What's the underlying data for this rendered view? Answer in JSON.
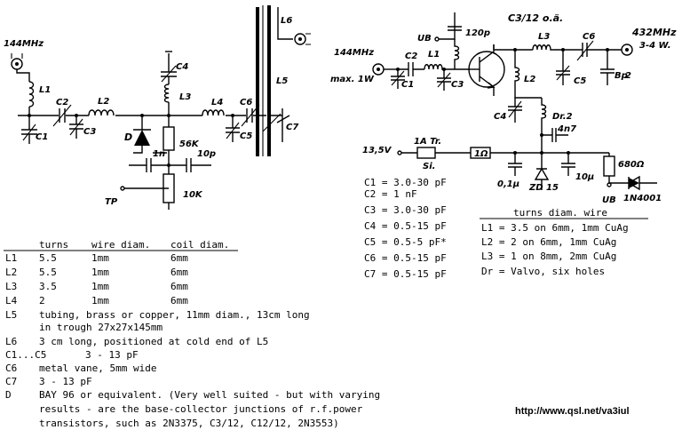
{
  "left_circuit": {
    "labels": {
      "in_freq": "144MHz",
      "L1": "L1",
      "L2": "L2",
      "L3": "L3",
      "L4": "L4",
      "L5": "L5",
      "L6": "L6",
      "C1": "C1",
      "C2": "C2",
      "C3": "C3",
      "C4": "C4",
      "C5": "C5",
      "C6": "C6",
      "C7": "C7",
      "D": "D",
      "R1": "56K",
      "R2": "10K",
      "cap1": "1n",
      "cap2": "10p",
      "tp": "TP"
    }
  },
  "right_circuit": {
    "labels": {
      "title": "C3/12  o.ä.",
      "in_freq": "144MHz",
      "in_power": "max. 1W",
      "out_freq": "432MHz",
      "out_power": "3-4 W.",
      "ub_top": "UB",
      "c120": "120p",
      "C1": "C1",
      "C2": "C2",
      "C3": "C3",
      "C4": "C4",
      "C5": "C5",
      "C6": "C6",
      "L1": "L1",
      "L2": "L2",
      "L3": "L3",
      "Dr2": "Dr.2",
      "c4n7": "4n7",
      "v135": "13,5V",
      "fuse": "1A Tr.",
      "si": "Si.",
      "r1ohm": "1Ω",
      "r680": "680Ω",
      "c01": "0,1µ",
      "zd": "ZD 15",
      "c10": "10µ",
      "ub_bottom": "UB",
      "diode": "1N4001",
      "bp": "Bp",
      "two": "2"
    },
    "capacitor_values": [
      "C1 = 3.0-30 pF",
      "C2 = 1 nF",
      "C3 = 3.0-30 pF",
      "C4 = 0.5-15 pF",
      "C5 = 0.5-5 pF*",
      "C6 = 0.5-15 pF",
      "C7 = 0.5-15 pF"
    ],
    "coil_header": "turns diam. wire",
    "coils": [
      "L1 = 3.5  on 6mm, 1mm CuAg",
      "L2 = 2    on 6mm, 1mm CuAg",
      "L3 = 1    on 8mm, 2mm CuAg",
      "Dr = Valvo, six holes"
    ]
  },
  "coil_table": {
    "headers": [
      "turns",
      "wire diam.",
      "coil diam."
    ],
    "rows": [
      {
        "name": "L1",
        "turns": "5.5",
        "wire": "1mm",
        "coil": "6mm"
      },
      {
        "name": "L2",
        "turns": "5.5",
        "wire": "1mm",
        "coil": "6mm"
      },
      {
        "name": "L3",
        "turns": "3.5",
        "wire": "1mm",
        "coil": "6mm"
      },
      {
        "name": "L4",
        "turns": "2",
        "wire": "1mm",
        "coil": "6mm"
      }
    ]
  },
  "parts_notes": [
    {
      "name": "L5",
      "text": "tubing, brass or copper, 11mm diam., 13cm long"
    },
    {
      "name": "",
      "text": "in trough 27x27x145mm"
    },
    {
      "name": "L6",
      "text": "3 cm long, positioned at cold end of L5"
    },
    {
      "name": "C1...C5",
      "text": "3 - 13 pF"
    },
    {
      "name": "C6",
      "text": "metal vane, 5mm wide"
    },
    {
      "name": "C7",
      "text": "3 - 13 pF"
    },
    {
      "name": "D",
      "text": "BAY 96 or equivalent. (Very well suited - but with varying"
    },
    {
      "name": "",
      "text": "results - are the base-collector junctions of r.f.power"
    },
    {
      "name": "",
      "text": "transistors, such as 2N3375, C3/12, C12/12, 2N3553)"
    }
  ],
  "url": "http://www.qsl.net/va3iul"
}
